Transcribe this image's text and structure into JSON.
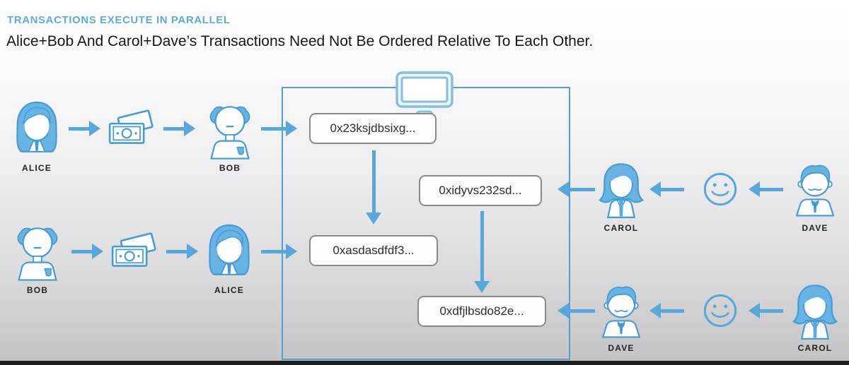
{
  "header": {
    "eyebrow": "TRANSACTIONS EXECUTE IN PARALLEL",
    "subtitle": "Alice+Bob And Carol+Dave’s Transactions Need Not Be Ordered Relative To Each Other."
  },
  "flows": [
    {
      "position": "top-left",
      "sender": "ALICE",
      "medium": "banknotes-icon",
      "receiver": "BOB",
      "direction": "right",
      "tx": "0x23ksjdbsixg..."
    },
    {
      "position": "bottom-left",
      "sender": "BOB",
      "medium": "banknotes-icon",
      "receiver": "ALICE",
      "direction": "right",
      "tx": "0xasdasdfdf3..."
    },
    {
      "position": "top-right",
      "sender": "DAVE",
      "medium": "smiley-icon",
      "receiver": "CAROL",
      "direction": "left",
      "tx": "0xidyvs232sd..."
    },
    {
      "position": "bottom-right",
      "sender": "CAROL",
      "medium": "smiley-icon",
      "receiver": "DAVE",
      "direction": "left",
      "tx": "0xdfjlbsdo82e..."
    }
  ],
  "tx_order": [
    {
      "before": "0x23ksjdbsixg...",
      "after": "0xasdasdfdf3..."
    },
    {
      "before": "0xidyvs232sd...",
      "after": "0xdfjlbsdo82e..."
    }
  ],
  "icons": {
    "ledger": "computer-monitor-icon",
    "payment_left": "banknotes-icon",
    "payment_right": "smiley-icon"
  },
  "colors": {
    "accent_blue": "#55a7dc",
    "icon_fill": "#66b3e4",
    "icon_stroke": "#449bd4",
    "ledger_border": "#4da1d9",
    "tx_box_border": "#8a8a8a",
    "title_blue": "#5caade",
    "text_dark": "#161616"
  }
}
